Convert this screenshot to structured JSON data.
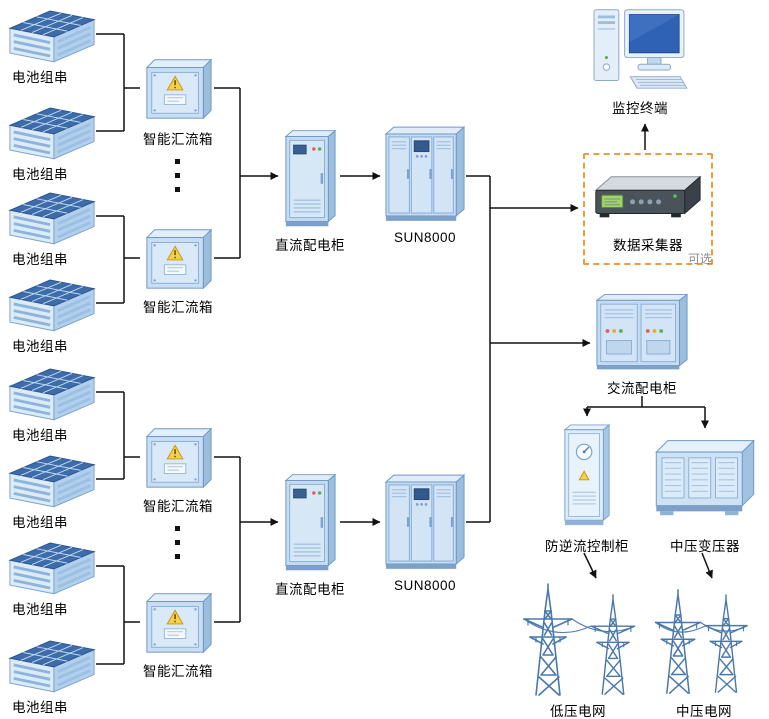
{
  "labels": {
    "battery_string": "电池组串",
    "combiner_box": "智能汇流箱",
    "dc_cabinet": "直流配电柜",
    "inverter": "SUN8000",
    "monitor_terminal": "监控终端",
    "data_collector": "数据采集器",
    "optional": "可选",
    "ac_cabinet": "交流配电柜",
    "anti_backflow_cabinet": "防逆流控制柜",
    "mv_transformer": "中压变压器",
    "lv_grid": "低压电网",
    "mv_grid": "中压电网"
  },
  "counts": {
    "battery_strings": 8,
    "combiner_boxes": 4,
    "dc_cabinets": 2,
    "inverters": 2
  },
  "colors": {
    "wire": "#111111",
    "device_blue": "#c5dbf1",
    "device_edge": "#6f98c4",
    "optional_border": "#f59a3c",
    "optional_text": "#8a8a8a",
    "warning_yellow": "#f7d046"
  }
}
